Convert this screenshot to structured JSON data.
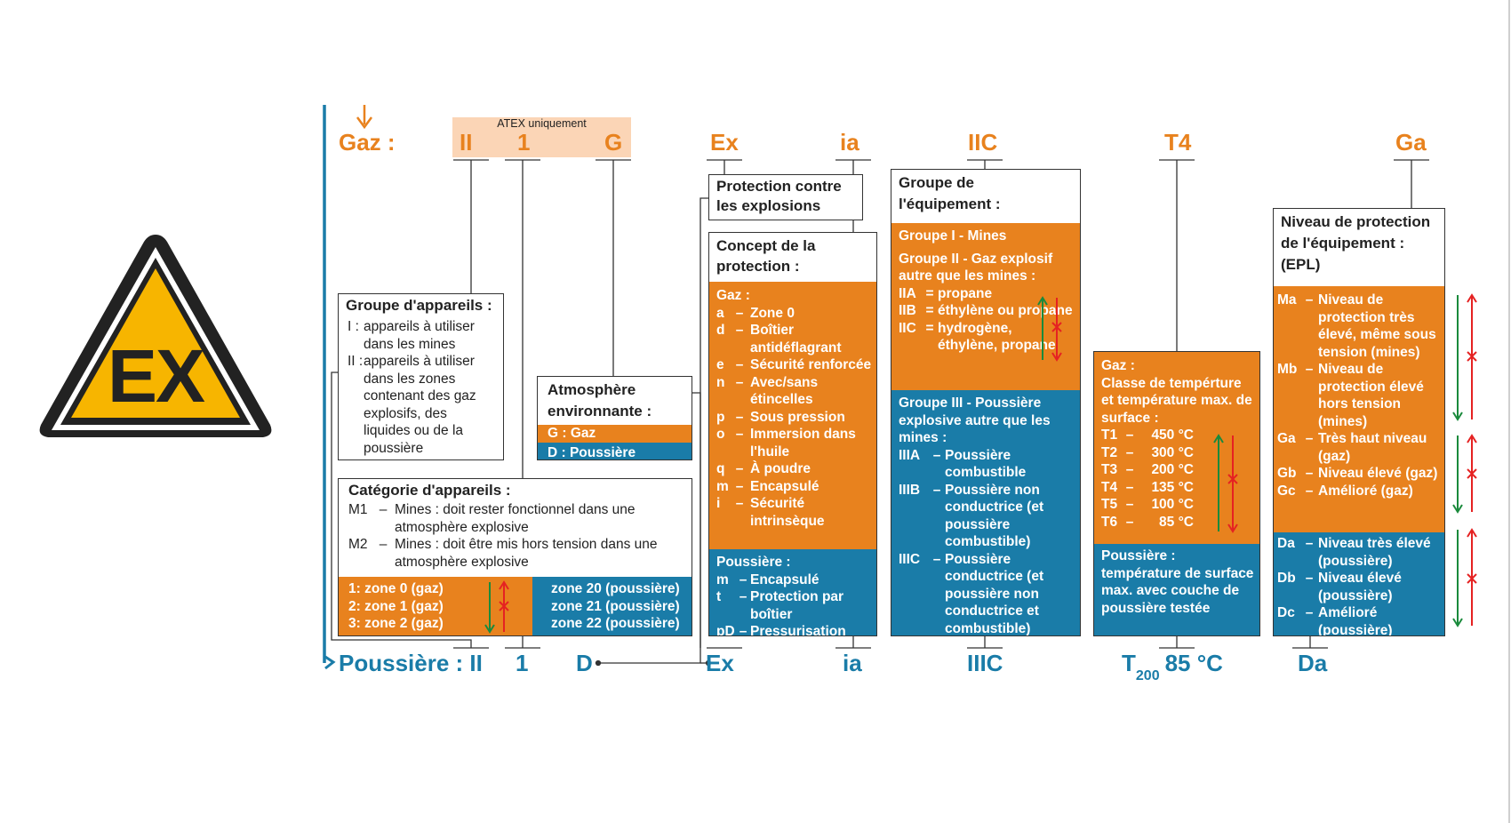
{
  "warning_sign": {
    "text": "EX",
    "fill": "#f7b500"
  },
  "colors": {
    "orange": "#e8821e",
    "blue": "#1a7ca8",
    "atex_bg": "#fbd5b6"
  },
  "gas_line": {
    "label": "Gaz :",
    "atex_label": "ATEX uniquement",
    "codes": [
      "II",
      "1",
      "G",
      "Ex",
      "ia",
      "IIC",
      "T4",
      "Ga"
    ]
  },
  "dust_line": {
    "label": "Poussière : II",
    "codes": [
      "1",
      "D",
      "Ex",
      "ia",
      "IIIC"
    ],
    "temp_prefix": "T",
    "temp_sub": "200",
    "temp_value": "85 °C",
    "epl": "Da"
  },
  "groupe_appareils": {
    "title": "Groupe d'appareils :",
    "items": [
      {
        "key": "I :",
        "text": "appareils à utiliser dans les mines"
      },
      {
        "key": "II :",
        "text": "appareils à utiliser dans les zones contenant des gaz explosifs, des liquides ou de la poussière"
      }
    ]
  },
  "atmosphere": {
    "title": "Atmosphère environnante :",
    "gas": "G : Gaz",
    "dust": "D : Poussière"
  },
  "categorie": {
    "title": "Catégorie d'appareils :",
    "items": [
      {
        "key": "M1",
        "text": "Mines : doit rester fonctionnel dans une atmosphère explosive"
      },
      {
        "key": "M2",
        "text": "Mines : doit être mis hors tension dans une atmosphère explosive"
      }
    ],
    "zones_gas": [
      "1:  zone 0 (gaz)",
      "2:  zone 1 (gaz)",
      "3:  zone 2 (gaz)"
    ],
    "zones_dust": [
      "zone 20 (poussière)",
      "zone 21 (poussière)",
      "zone 22 (poussière)"
    ]
  },
  "protection": {
    "title": "Protection contre les explosions"
  },
  "concept": {
    "title": "Concept de la protection :",
    "gas_title": "Gaz :",
    "gas_items": [
      {
        "key": "a",
        "text": "Zone 0"
      },
      {
        "key": "d",
        "text": "Boîtier antidéflagrant"
      },
      {
        "key": "e",
        "text": "Sécurité renforcée"
      },
      {
        "key": "n",
        "text": "Avec/sans étincelles"
      },
      {
        "key": "p",
        "text": "Sous pression"
      },
      {
        "key": "o",
        "text": "Immersion dans l'huile"
      },
      {
        "key": "q",
        "text": "À poudre"
      },
      {
        "key": "m",
        "text": "Encapsulé"
      },
      {
        "key": "i",
        "text": "Sécurité intrinsèque"
      }
    ],
    "dust_title": "Poussière :",
    "dust_items": [
      {
        "key": "m",
        "text": "Encapsulé"
      },
      {
        "key": "t",
        "text": "Protection par boîtier"
      },
      {
        "key": "pD",
        "text": "Pressurisation"
      }
    ]
  },
  "groupe_equipement": {
    "title": "Groupe de l'équipement :",
    "g1": "Groupe I - Mines",
    "g2_title": "Groupe II - Gaz explosif autre que les mines :",
    "g2_items": [
      {
        "key": "IIA",
        "text": "propane"
      },
      {
        "key": "IIB",
        "text": "éthylène ou propane"
      },
      {
        "key": "IIC",
        "text": "hydrogène, éthylène, propane"
      }
    ],
    "g3_title": "Groupe III - Poussière explosive autre que les mines :",
    "g3_items": [
      {
        "key": "IIIA",
        "text": "Poussière combustible"
      },
      {
        "key": "IIIB",
        "text": "Poussière non conductrice (et poussière combustible)"
      },
      {
        "key": "IIIC",
        "text": "Poussière conductrice (et poussière non conductrice et combustible)"
      }
    ]
  },
  "temperature": {
    "gas_title": "Gaz :",
    "gas_desc": "Classe de tempérture et température max. de surface :",
    "classes": [
      {
        "key": "T1",
        "value": "450 °C"
      },
      {
        "key": "T2",
        "value": "300 °C"
      },
      {
        "key": "T3",
        "value": "200 °C"
      },
      {
        "key": "T4",
        "value": "135 °C"
      },
      {
        "key": "T5",
        "value": "100 °C"
      },
      {
        "key": "T6",
        "value": "85 °C"
      }
    ],
    "dust_title": "Poussière :",
    "dust_desc": "température de surface max. avec couche de poussière testée"
  },
  "epl": {
    "title": "Niveau de protection de l'équipement : (EPL)",
    "mines": [
      {
        "key": "Ma",
        "text": "Niveau de protection très élevé, même sous tension (mines)"
      },
      {
        "key": "Mb",
        "text": "Niveau de protection élevé hors tension (mines)"
      }
    ],
    "gas": [
      {
        "key": "Ga",
        "text": "Très haut niveau (gaz)"
      },
      {
        "key": "Gb",
        "text": "Niveau élevé (gaz)"
      },
      {
        "key": "Gc",
        "text": "Amélioré (gaz)"
      }
    ],
    "dust": [
      {
        "key": "Da",
        "text": "Niveau très élevé (poussière)"
      },
      {
        "key": "Db",
        "text": "Niveau élevé (poussière)"
      },
      {
        "key": "Dc",
        "text": "Amélioré (poussière)"
      }
    ]
  }
}
